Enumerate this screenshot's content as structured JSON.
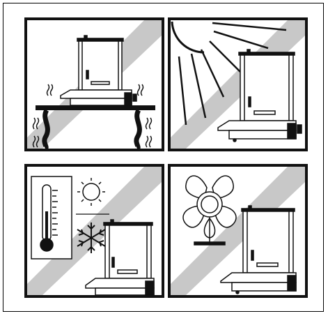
{
  "colors": {
    "stripe": "#c8c8c8",
    "line": "#111111",
    "background": "#ffffff"
  },
  "panels": [
    {
      "key": "vibration",
      "icons": [
        "analytical-balance-icon",
        "table-icon",
        "vibration-lines-icon"
      ]
    },
    {
      "key": "sunlight",
      "icons": [
        "sun-icon",
        "analytical-balance-icon"
      ]
    },
    {
      "key": "temperature",
      "icons": [
        "thermometer-icon",
        "sun-icon",
        "snowflake-icon",
        "analytical-balance-icon"
      ]
    },
    {
      "key": "draft",
      "icons": [
        "fan-icon",
        "analytical-balance-icon"
      ]
    }
  ]
}
